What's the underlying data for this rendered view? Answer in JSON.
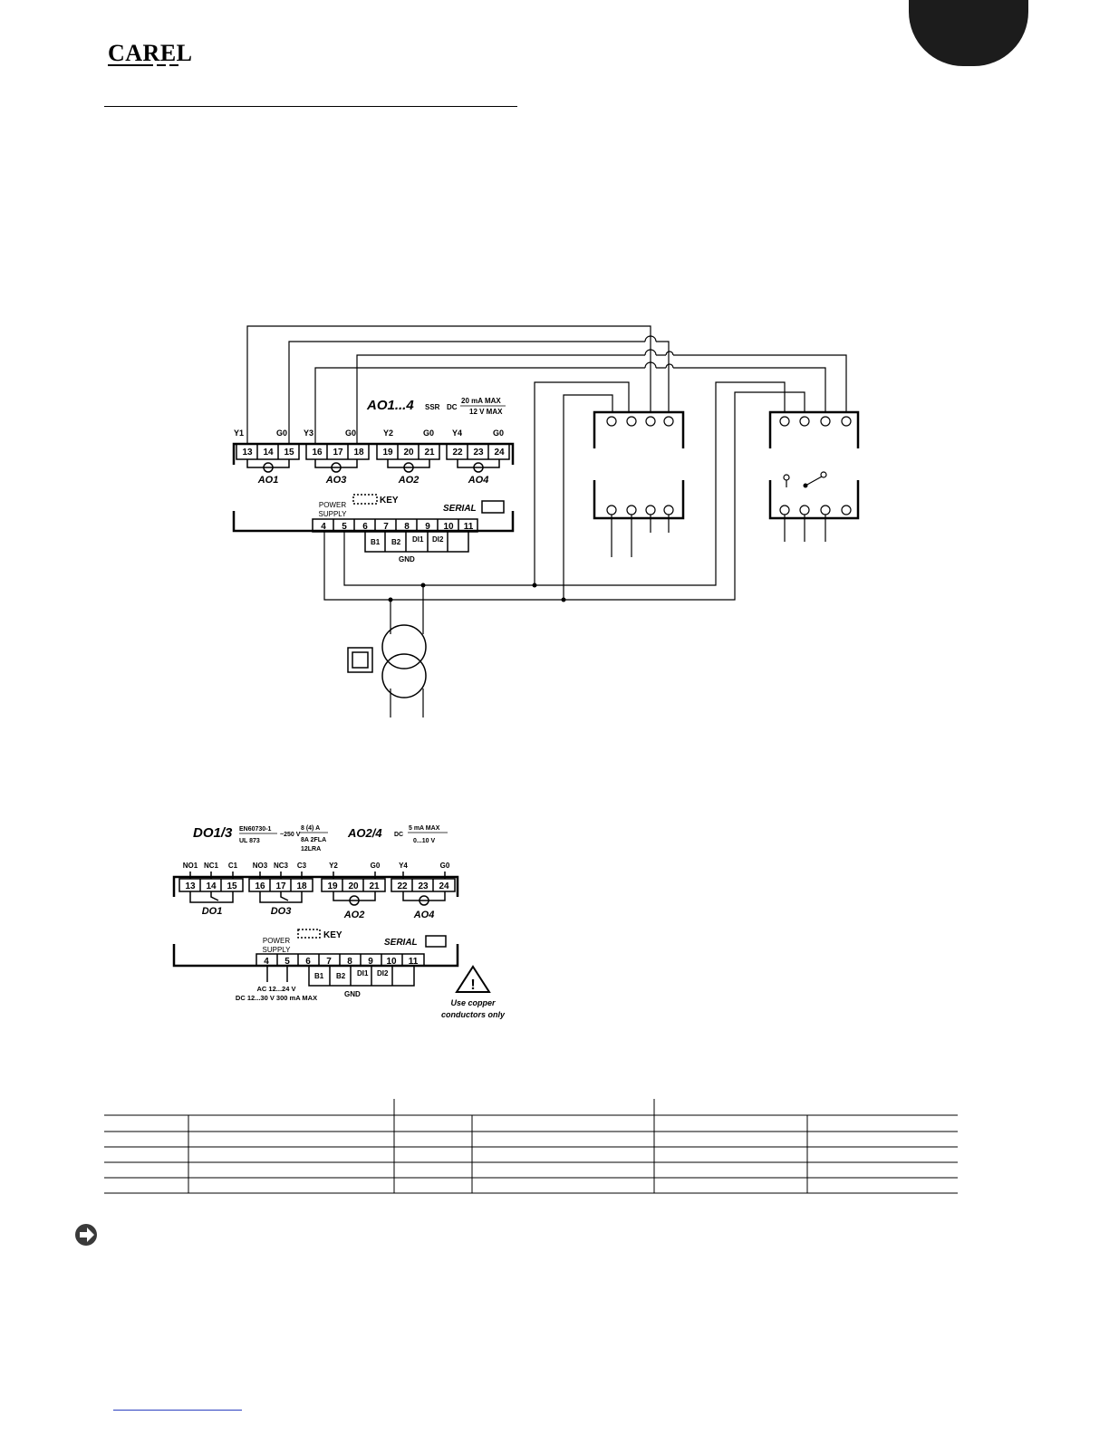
{
  "brand": {
    "logo_text": "CAREL"
  },
  "diagram1": {
    "ao_rating_title": "AO1...4",
    "ao_rating_ssr": "SSR",
    "ao_rating_dc": "DC",
    "ao_rating_max_a": "20 mA MAX",
    "ao_rating_max_v": "12 V MAX",
    "top_labels": [
      "Y1",
      "G0",
      "Y3",
      "G0",
      "Y2",
      "G0",
      "Y4",
      "G0"
    ],
    "terminals_top": [
      "13",
      "14",
      "15",
      "16",
      "17",
      "18",
      "19",
      "20",
      "21",
      "22",
      "23",
      "24"
    ],
    "outputs": [
      "AO1",
      "AO3",
      "AO2",
      "AO4"
    ],
    "power_supply": "POWER\nSUPPLY",
    "key": "KEY",
    "serial": "SERIAL",
    "terminals_bottom": [
      "4",
      "5",
      "6",
      "7",
      "8",
      "9",
      "10",
      "11"
    ],
    "probes": [
      "B1",
      "B2"
    ],
    "digital_inputs": [
      "DI1",
      "DI2"
    ],
    "gnd": "GND"
  },
  "diagram2": {
    "do_title": "DO1/3",
    "do_std1": "EN60730-1",
    "do_std2": "UL 873",
    "do_volt": "~250 V",
    "do_amp1": "8 (4) A",
    "do_amp2": "8A 2FLA",
    "do_amp3": "12LRA",
    "ao_title": "AO2/4",
    "ao_dc": "DC",
    "ao_max_a": "5 mA MAX",
    "ao_max_v": "0...10 V",
    "top_labels": [
      "NO1",
      "NC1",
      "C1",
      "NO3",
      "NC3",
      "C3",
      "Y2",
      "G0",
      "Y4",
      "G0"
    ],
    "terminals_top": [
      "13",
      "14",
      "15",
      "16",
      "17",
      "18",
      "19",
      "20",
      "21",
      "22",
      "23",
      "24"
    ],
    "outputs": [
      "DO1",
      "DO3",
      "AO2",
      "AO4"
    ],
    "power_supply": "POWER\nSUPPLY",
    "key": "KEY",
    "serial": "SERIAL",
    "terminals_bottom": [
      "4",
      "5",
      "6",
      "7",
      "8",
      "9",
      "10",
      "11"
    ],
    "probes": [
      "B1",
      "B2"
    ],
    "digital_inputs": [
      "DI1",
      "DI2"
    ],
    "gnd": "GND",
    "supply_ac": "AC 12...24 V",
    "supply_dc": "DC 12...30 V 300 mA MAX",
    "warning_1": "Use copper",
    "warning_2": "conductors only"
  }
}
